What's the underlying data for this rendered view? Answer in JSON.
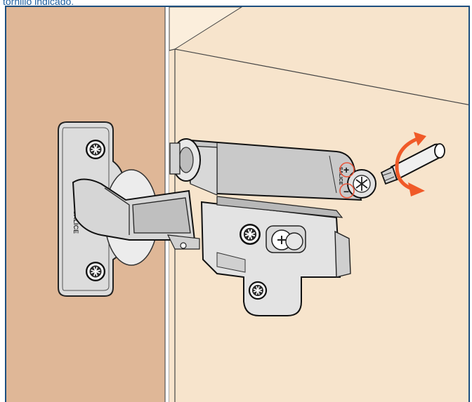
{
  "caption": {
    "text": "tornillo indicado."
  },
  "illustration": {
    "brand_plate_text": "SALICE",
    "brand_damper_text": "SALICE",
    "plus_symbol": "+",
    "minus_symbol": "−",
    "colors": {
      "frame_border": "#1d4f7f",
      "caption_text": "#1e5fa0",
      "door_wood": "#dfb797",
      "cabinet_panel": "#f7e4cc",
      "metal": "#d9d9d9",
      "damper_body": "#c9c9c9",
      "highlight_circle": "#e8553a",
      "rotation_arrow": "#f05a28"
    },
    "icons": [
      "rotation-arrow-icon",
      "screwdriver-icon",
      "highlight-circle-icon",
      "screw-icon"
    ]
  }
}
